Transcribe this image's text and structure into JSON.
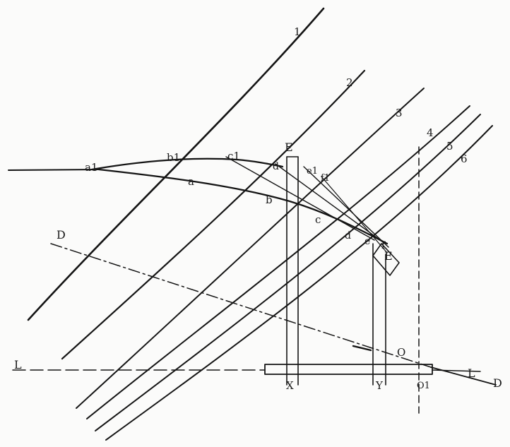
{
  "diagram": {
    "curve_labels": [
      "1",
      "2",
      "3",
      "4",
      "5",
      "6"
    ],
    "upper_points": [
      "a1",
      "b1",
      "c1",
      "d",
      "e1",
      "f1"
    ],
    "lower_points": [
      "a",
      "b",
      "c",
      "d",
      "e",
      "f"
    ],
    "construction_labels": {
      "E_top": "E",
      "E_bottom": "E",
      "D_left": "D",
      "D_right": "D",
      "L_left": "L",
      "L_right": "L",
      "O": "O",
      "O1": "O1",
      "X": "X",
      "Y": "Y"
    }
  }
}
